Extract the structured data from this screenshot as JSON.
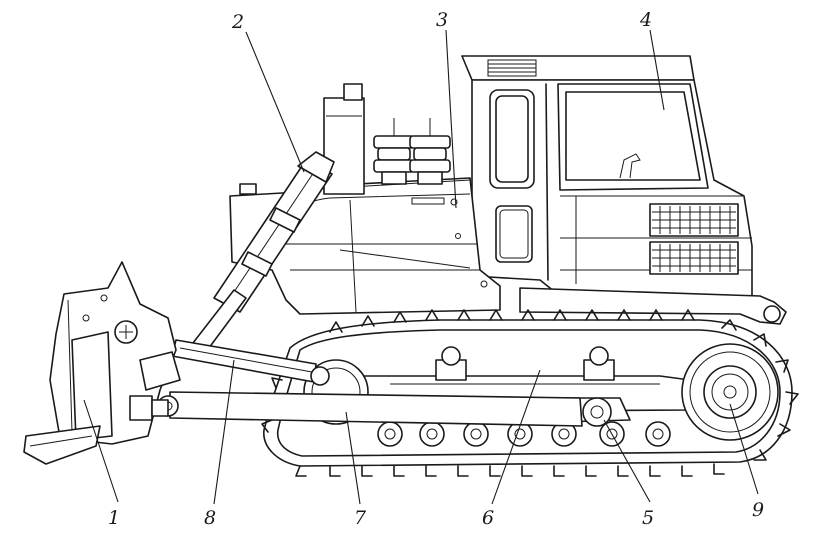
{
  "labels": [
    "1",
    "2",
    "3",
    "4",
    "5",
    "6",
    "7",
    "8",
    "9"
  ],
  "colors": {
    "ink": "#1a1a1a",
    "background": "#ffffff"
  }
}
